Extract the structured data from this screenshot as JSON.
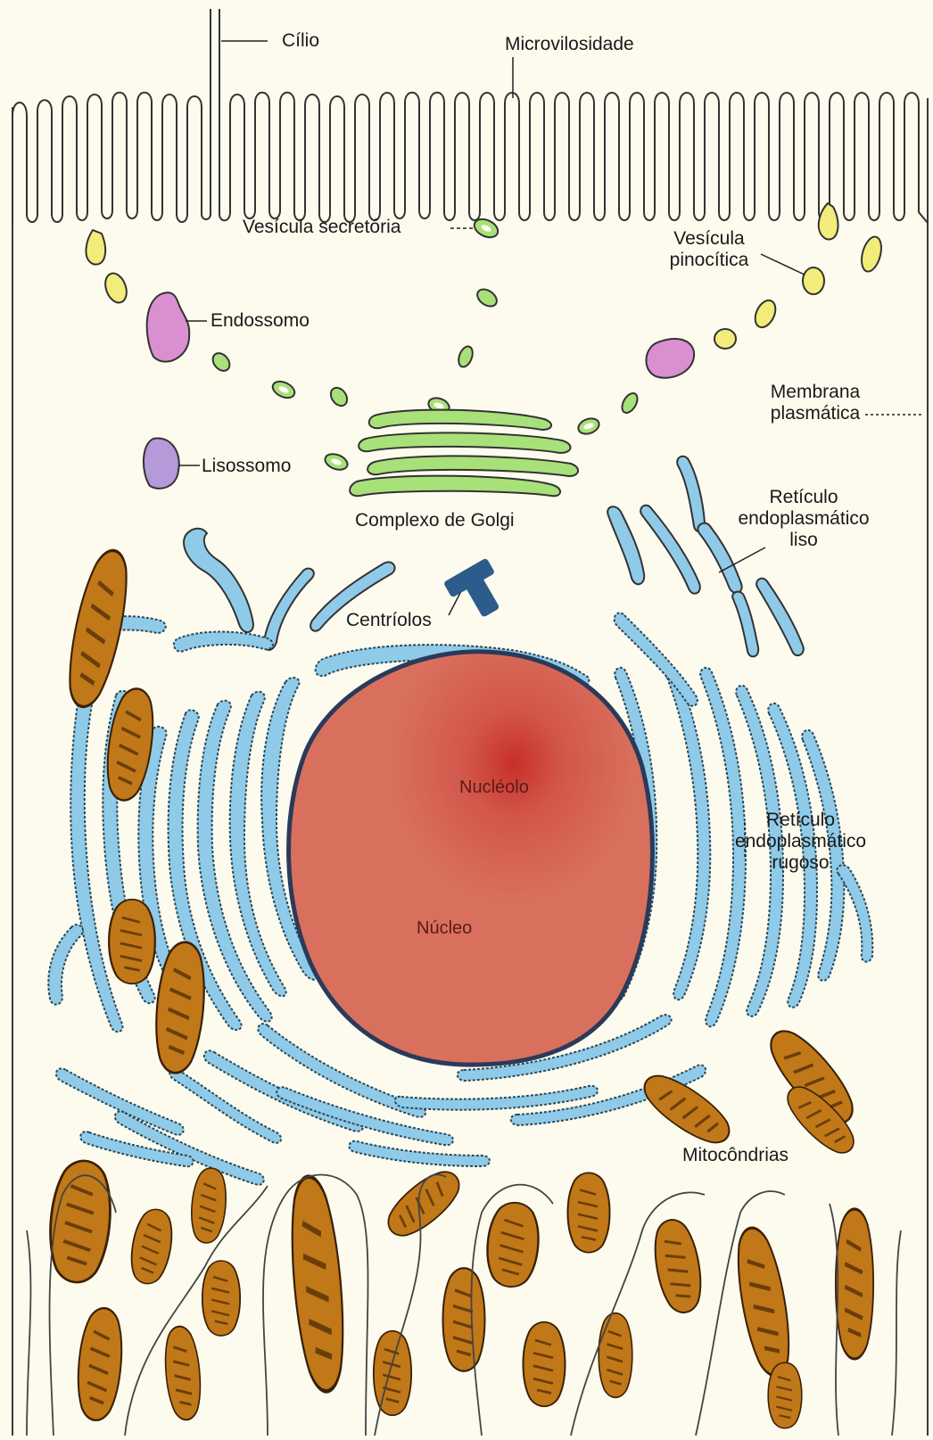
{
  "labels": {
    "cilio": "Cílio",
    "microvilosidade": "Microvilosidade",
    "vesicula_secretoria": "Vesícula secretória",
    "vesicula_pinocitica_1": "Vesícula",
    "vesicula_pinocitica_2": "pinocítica",
    "endossomo": "Endossomo",
    "membrana_1": "Membrana",
    "membrana_2": "plasmática",
    "lisossomo": "Lisossomo",
    "golgi": "Complexo de Golgi",
    "rel_1": "Retículo",
    "rel_2": "endoplasmático",
    "rel_3": "liso",
    "centriolos": "Centríolos",
    "nucleolo": "Nucléolo",
    "rer_1": "Retículo",
    "rer_2": "endoplasmático",
    "rer_3": "rugoso",
    "nucleo": "Núcleo",
    "mitocondrias": "Mitocôndrias"
  },
  "colors": {
    "background": "#fdfbee",
    "outline": "#2a2a2a",
    "vesicle_yellow": "#f2ec7a",
    "endosome_pink": "#d98fd0",
    "lysosome_purple": "#b49ad8",
    "golgi_green": "#a8e07a",
    "er_blue": "#8fcbe8",
    "centriole_blue": "#2b5c8c",
    "nucleus_red": "#d9705e",
    "nucleolus_red": "#c8302a",
    "mitochondria_brown": "#c07818"
  }
}
